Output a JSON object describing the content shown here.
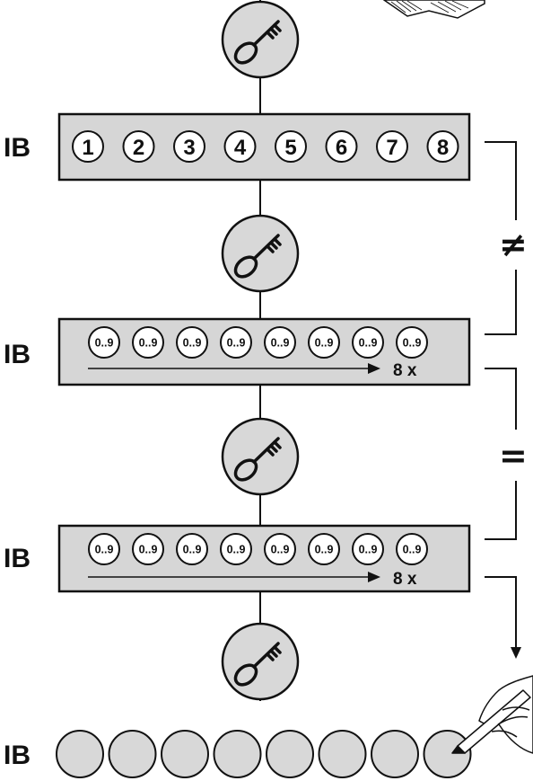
{
  "ib_label": "IB",
  "row1": {
    "circles": [
      "1",
      "2",
      "3",
      "4",
      "5",
      "6",
      "7",
      "8"
    ]
  },
  "row2": {
    "circles": [
      "0..9",
      "0..9",
      "0..9",
      "0..9",
      "0..9",
      "0..9",
      "0..9",
      "0..9"
    ],
    "repeat_label": "8 x"
  },
  "row3": {
    "circles": [
      "0..9",
      "0..9",
      "0..9",
      "0..9",
      "0..9",
      "0..9",
      "0..9",
      "0..9"
    ],
    "repeat_label": "8 x"
  },
  "row4": {
    "empty_circle_count": 8
  },
  "comparisons": {
    "first": "≠",
    "second": "="
  },
  "icons": [
    "key-icon",
    "manual-book-icon",
    "hand-writing-icon"
  ]
}
